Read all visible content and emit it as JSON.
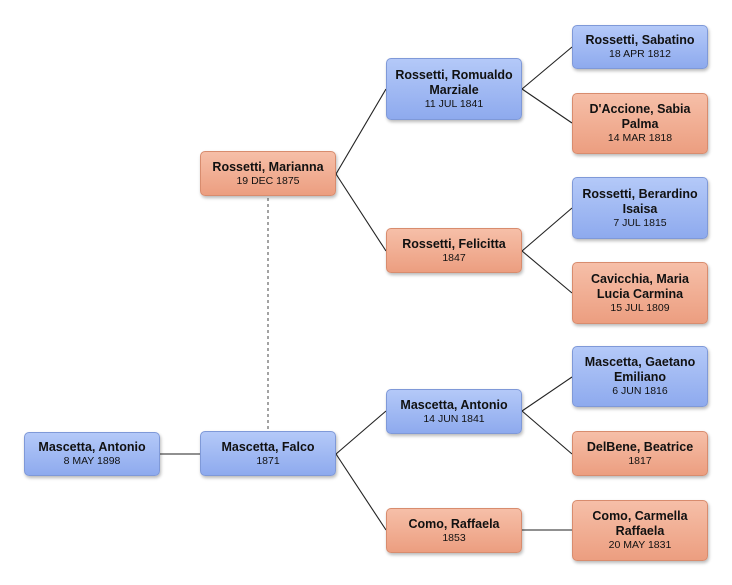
{
  "tree": {
    "people": {
      "root": {
        "name": "Mascetta, Antonio",
        "date": "8 MAY 1898",
        "sex": "male"
      },
      "father": {
        "name": "Mascetta, Falco",
        "date": "1871",
        "sex": "male"
      },
      "mother": {
        "name": "Rossetti, Marianna",
        "date": "19 DEC 1875",
        "sex": "female"
      },
      "ff": {
        "name": "Mascetta, Antonio",
        "date": "14 JUN 1841",
        "sex": "male"
      },
      "fm": {
        "name": "Como, Raffaela",
        "date": "1853",
        "sex": "female"
      },
      "mf": {
        "name": "Rossetti, Romualdo Marziale",
        "date": "11 JUL 1841",
        "sex": "male"
      },
      "mm": {
        "name": "Rossetti, Felicitta",
        "date": "1847",
        "sex": "female"
      },
      "mff": {
        "name": "Rossetti, Sabatino",
        "date": "18 APR 1812",
        "sex": "male"
      },
      "mfm": {
        "name": "D'Accione, Sabia Palma",
        "date": "14 MAR 1818",
        "sex": "female"
      },
      "mmf": {
        "name": "Rossetti, Berardino Isaisa",
        "date": "7 JUL 1815",
        "sex": "male"
      },
      "mmm": {
        "name": "Cavicchia, Maria Lucia Carmina",
        "date": "15 JUL 1809",
        "sex": "female"
      },
      "fff": {
        "name": "Mascetta, Gaetano Emiliano",
        "date": "6 JUN 1816",
        "sex": "male"
      },
      "ffm": {
        "name": "DelBene, Beatrice",
        "date": "1817",
        "sex": "female"
      },
      "fmm": {
        "name": "Como, Carmella Raffaela",
        "date": "20 MAY 1831",
        "sex": "female"
      }
    },
    "colors": {
      "male": "#9db6f2",
      "female": "#f2ad92",
      "line": "#222222",
      "spouse_line": "#666666"
    }
  }
}
